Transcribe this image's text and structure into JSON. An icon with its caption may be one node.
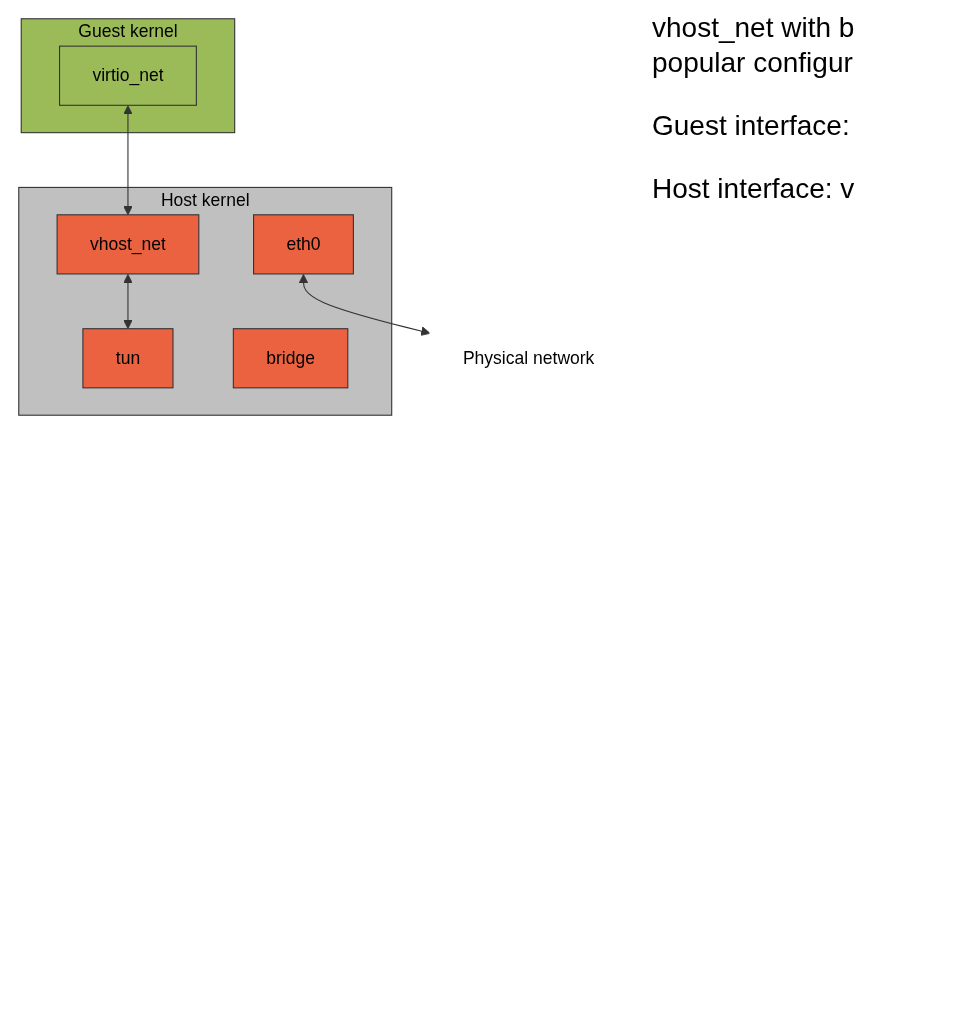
{
  "diagram": {
    "nodes": [
      {
        "text": [
          "Guest kernel"
        ]
      },
      {
        "text": [
          "virtio_net"
        ],
        "in": 0
      },
      {
        "text": [
          "Host kernel"
        ]
      },
      {
        "text": [
          "vhost_net"
        ],
        "in": 2
      },
      {
        "text": [
          "tun"
        ],
        "in": 2
      },
      {
        "text": [
          "bridge"
        ],
        "in": 2
      },
      {
        "text": [
          "eth0"
        ],
        "in": 2
      },
      {
        "text": [
          "Physical network"
        ]
      }
    ],
    "edges": [
      {
        "from": 1,
        "to": 3,
        "arrow": "both"
      },
      {
        "from": 3,
        "to": 4,
        "arrow": "both"
      },
      {
        "from": 6,
        "to": 7,
        "arrow": "both"
      }
    ],
    "labels": [
      "vhost_net with b popular configur",
      "Guest interface:",
      "Host interface: v"
    ]
  }
}
